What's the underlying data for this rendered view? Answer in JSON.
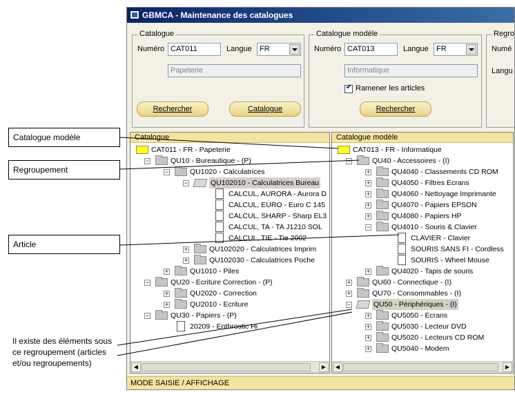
{
  "window": {
    "title": "GBMCA - Maintenance des catalogues"
  },
  "catalogue": {
    "legend": "Catalogue",
    "numero_label": "Numéro",
    "numero_value": "CAT011",
    "langue_label": "Langue",
    "langue_value": "FR",
    "description": "Papeterie",
    "rechercher_label": "Rechercher",
    "catalogue_button_label": "Catalogue"
  },
  "catalogue_modele": {
    "legend": "Catalogue modèle",
    "numero_label": "Numéro",
    "numero_value": "CAT013",
    "langue_label": "Langue",
    "langue_value": "FR",
    "description": "Informatique",
    "ramener_label": "Ramener les articles",
    "rechercher_label": "Rechercher"
  },
  "regroupement_group": {
    "legend": "Regro",
    "numero_label": "Numé",
    "langue_label": "Langu"
  },
  "left_tree": {
    "header": "Catalogue",
    "nodes": [
      "CAT011 - FR - Papeterie",
      "QU10 - Bureautique - (P)",
      "QU1020 - Calculatrices",
      "QU102010 - Calculatrices Bureau",
      "CALCUL, AURORA - Aurora D",
      "CALCUL, EURO - Euro C 145",
      "CALCUL, SHARP - Sharp EL3",
      "CALCUL, TA - TA J1210 SOL",
      "CALCUL, TIE - Tie 2002",
      "QU102020 - Calculatrices Imprim",
      "QU102030 - Calculatrices Poche",
      "QU1010 - Piles",
      "QU20 - Ecriture Correction - (P)",
      "QU2020 - Correction",
      "QU2010 - Ecriture",
      "QU30 - Papiers - (P)",
      "20209 - Enthrostic Hi"
    ]
  },
  "right_tree": {
    "header": "Catalogue modèle",
    "nodes": [
      "CAT013 - FR - Informatique",
      "QU40 - Accessoires - (I)",
      "QU4040 - Classements CD ROM",
      "QU4050 - Filtres Ecrans",
      "QU4060 - Nettoyage Imprimante",
      "QU4070 - Papiers EPSON",
      "QU4080 - Papiers HP",
      "QU4010 - Souris & Clavier",
      "CLAVIER - Clavier",
      "SOURIS SANS FI - Cordless",
      "SOURIS - Wheel Mouse",
      "QU4020 - Tapis de souris",
      "QU60 - Connectique - (I)",
      "QU70 - Consommables - (I)",
      "QU50 - Périphériques - (I)",
      "QU5050 - Ecrans",
      "QU5030 - Lecteur DVD",
      "QU5020 - Lecteurs CD ROM",
      "QU5040 - Modem"
    ]
  },
  "status": "MODE SAISIE / AFFICHAGE",
  "callouts": {
    "catalogue_modele": "Catalogue modèle",
    "regroupement": "Regroupement",
    "article": "Article",
    "elements": "Il existe des éléments sous ce regroupement (articles et/ou regroupements)"
  },
  "colors": {
    "header_yellow": "#f4e4a0",
    "button_gold": "#e8d388",
    "title_blue": "#0a246a"
  }
}
